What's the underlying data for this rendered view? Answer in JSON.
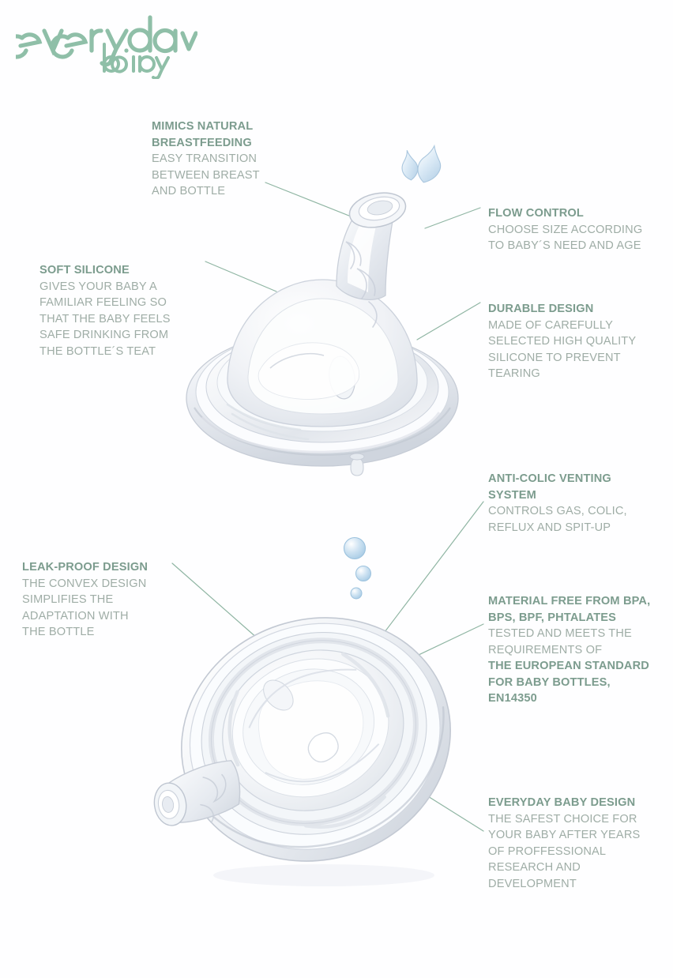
{
  "brand": {
    "name": "everyday baby",
    "word_top": "everyday",
    "word_bottom": "baby",
    "color": "#8fbfa8"
  },
  "theme": {
    "background": "#fefeff",
    "heading_color": "#7c9c8e",
    "body_color": "#9fada6",
    "leader_line_color": "#8fb5a3",
    "droplet_color": "#bfd8ea",
    "bubble_color": "#a8cbe4"
  },
  "callouts": [
    {
      "id": "mimics-natural-breastfeeding",
      "heading": [
        "MIMICS NATURAL",
        "BREASTFEEDING"
      ],
      "body": [
        "EASY TRANSITION",
        "BETWEEN BREAST",
        "AND BOTTLE"
      ]
    },
    {
      "id": "flow-control",
      "heading": [
        "FLOW CONTROL"
      ],
      "body": [
        "CHOOSE SIZE ACCORDING",
        "TO BABY´S NEED AND AGE"
      ]
    },
    {
      "id": "soft-silicone",
      "heading": [
        "SOFT SILICONE"
      ],
      "body": [
        "GIVES YOUR BABY A",
        "FAMILIAR FEELING SO",
        "THAT THE BABY FEELS",
        "SAFE DRINKING FROM",
        "THE BOTTLE´S TEAT"
      ]
    },
    {
      "id": "durable-design",
      "heading": [
        "DURABLE DESIGN"
      ],
      "body": [
        "MADE OF CAREFULLY",
        "SELECTED HIGH QUALITY",
        "SILICONE TO PREVENT",
        "TEARING"
      ]
    },
    {
      "id": "anti-colic-venting-system",
      "heading": [
        "ANTI-COLIC VENTING",
        "SYSTEM"
      ],
      "body": [
        "CONTROLS GAS, COLIC,",
        "REFLUX AND SPIT-UP"
      ]
    },
    {
      "id": "leak-proof-design",
      "heading": [
        "LEAK-PROOF DESIGN"
      ],
      "body": [
        "THE CONVEX DESIGN",
        "SIMPLIFIES THE",
        "ADAPTATION WITH",
        "THE BOTTLE"
      ]
    },
    {
      "id": "material-free-from-bpa",
      "heading": [
        "MATERIAL FREE FROM BPA,",
        "BPS, BPF, PHTALATES"
      ],
      "body": [
        "TESTED AND MEETS THE",
        "REQUIREMENTS OF"
      ],
      "heading2": [
        "THE EUROPEAN STANDARD",
        "FOR BABY BOTTLES,",
        "EN14350"
      ]
    },
    {
      "id": "everyday-baby-design",
      "heading": [
        "EVERYDAY BABY DESIGN"
      ],
      "body": [
        "THE SAFEST CHOICE FOR",
        "YOUR BABY AFTER YEARS",
        "OF PROFFESSIONAL",
        "RESEARCH AND",
        "DEVELOPMENT"
      ]
    }
  ],
  "products": [
    {
      "id": "teat-side-view",
      "label": "silicone bottle teat, side view"
    },
    {
      "id": "teat-base-view",
      "label": "silicone bottle teat, base view"
    }
  ],
  "decorations": [
    {
      "id": "water-droplets",
      "count": 2
    },
    {
      "id": "air-bubbles",
      "count": 3
    }
  ]
}
